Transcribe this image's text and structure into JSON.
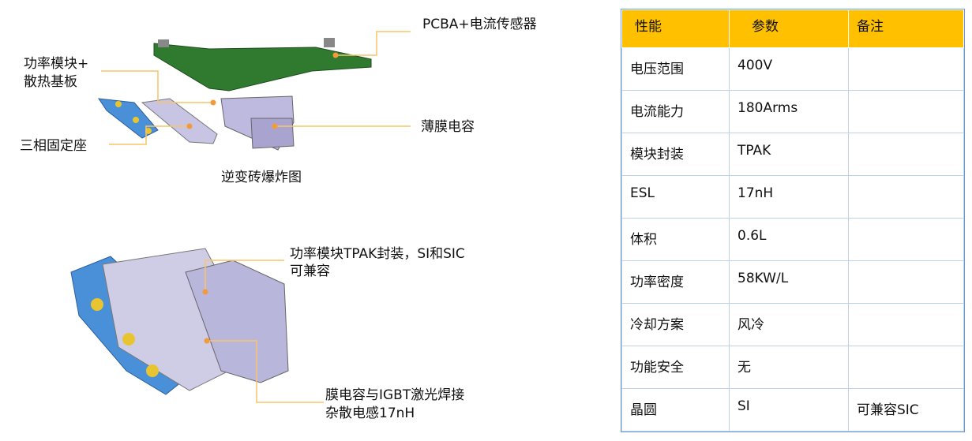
{
  "diagram_top": {
    "labels": {
      "pcba": "PCBA+电流传感器",
      "power_module_line1": "功率模块+",
      "power_module_line2": "散热基板",
      "three_phase": "三相固定座",
      "film_cap": "薄膜电容"
    },
    "caption": "逆变砖爆炸图"
  },
  "diagram_bottom": {
    "labels": {
      "tpak_line1": "功率模块TPAK封装，SI和SIC",
      "tpak_line2": "可兼容",
      "weld_line1": "膜电容与IGBT激光焊接",
      "weld_line2": "杂散电感17nH"
    }
  },
  "spec_table": {
    "headers": [
      "性能",
      "参数",
      "备注"
    ],
    "rows": [
      [
        "电压范围",
        "400V",
        ""
      ],
      [
        "电流能力",
        "180Arms",
        ""
      ],
      [
        "模块封装",
        "TPAK",
        ""
      ],
      [
        "ESL",
        "17nH",
        ""
      ],
      [
        "体积",
        "0.6L",
        ""
      ],
      [
        "功率密度",
        "58KW/L",
        ""
      ],
      [
        "冷却方案",
        "风冷",
        ""
      ],
      [
        "功能安全",
        "无",
        ""
      ],
      [
        "晶圆",
        "SI",
        "可兼容SIC"
      ]
    ]
  },
  "colors": {
    "header_bg": "#ffc000",
    "pointer": "#f9c46b",
    "pcb": "#2e7d2e",
    "base": "#3f8fd8",
    "housing": "#b9b6dc"
  }
}
